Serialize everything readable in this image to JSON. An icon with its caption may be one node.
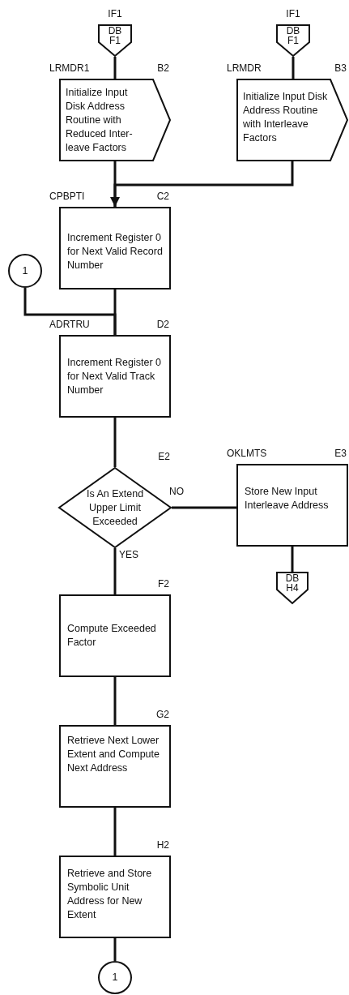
{
  "diagram": {
    "nodes": [
      {
        "text": [
          "DB F1"
        ],
        "beside": [
          "IF1"
        ]
      },
      {
        "text": [
          "DB F1"
        ],
        "beside": [
          "IF1"
        ]
      },
      {
        "text": [
          "Initialize Input Disk Address Routine with Reduced Inter-leave Factors"
        ],
        "beside": [
          "LRMDR1",
          "B2"
        ]
      },
      {
        "text": [
          "Initialize Input Disk Address Routine with Interleave Factors"
        ],
        "beside": [
          "LRMDR",
          "B3"
        ]
      },
      {
        "text": [
          "Increment Register 0 for Next Valid Record Number"
        ],
        "beside": [
          "CPBPTI",
          "C2"
        ]
      },
      {
        "text": [
          "1"
        ]
      },
      {
        "text": [
          "Increment Register 0 for Next Valid Track Number"
        ],
        "beside": [
          "ADRTRU",
          "D2"
        ]
      },
      {
        "text": [
          "Is An Extend Upper Limit Exceeded"
        ],
        "beside": [
          "E2"
        ]
      },
      {
        "text": [
          "Store New Input Interleave Address"
        ],
        "beside": [
          "OKLMTS",
          "E3"
        ]
      },
      {
        "text": [
          "DB H4"
        ]
      },
      {
        "text": [
          "Compute Exceeded Factor"
        ],
        "beside": [
          "F2"
        ]
      },
      {
        "text": [
          "Retrieve Next Lower Extent and Compute Next Address"
        ],
        "beside": [
          "G2"
        ]
      },
      {
        "text": [
          "Retrieve and Store Symbolic Unit Address for New Extent"
        ],
        "beside": [
          "H2"
        ]
      },
      {
        "text": [
          "1"
        ]
      }
    ],
    "edges": [
      {
        "from": 0,
        "to": 2,
        "arrow": "none"
      },
      {
        "from": 1,
        "to": 3,
        "arrow": "none"
      },
      {
        "from": 2,
        "to": 4,
        "arrow": "none"
      },
      {
        "from": 3,
        "to": 4,
        "arrow": "to"
      },
      {
        "from": 4,
        "to": 6,
        "arrow": "none"
      },
      {
        "from": 5,
        "to": 6,
        "arrow": "none"
      },
      {
        "from": 6,
        "to": 7,
        "arrow": "none"
      },
      {
        "from": 7,
        "to": 8,
        "arrow": "none",
        "label": "NO"
      },
      {
        "from": 7,
        "to": 10,
        "arrow": "none",
        "label": "YES"
      },
      {
        "from": 8,
        "to": 9,
        "arrow": "none"
      },
      {
        "from": 10,
        "to": 11,
        "arrow": "none"
      },
      {
        "from": 11,
        "to": 12,
        "arrow": "none"
      },
      {
        "from": 12,
        "to": 13,
        "arrow": "none"
      }
    ]
  }
}
